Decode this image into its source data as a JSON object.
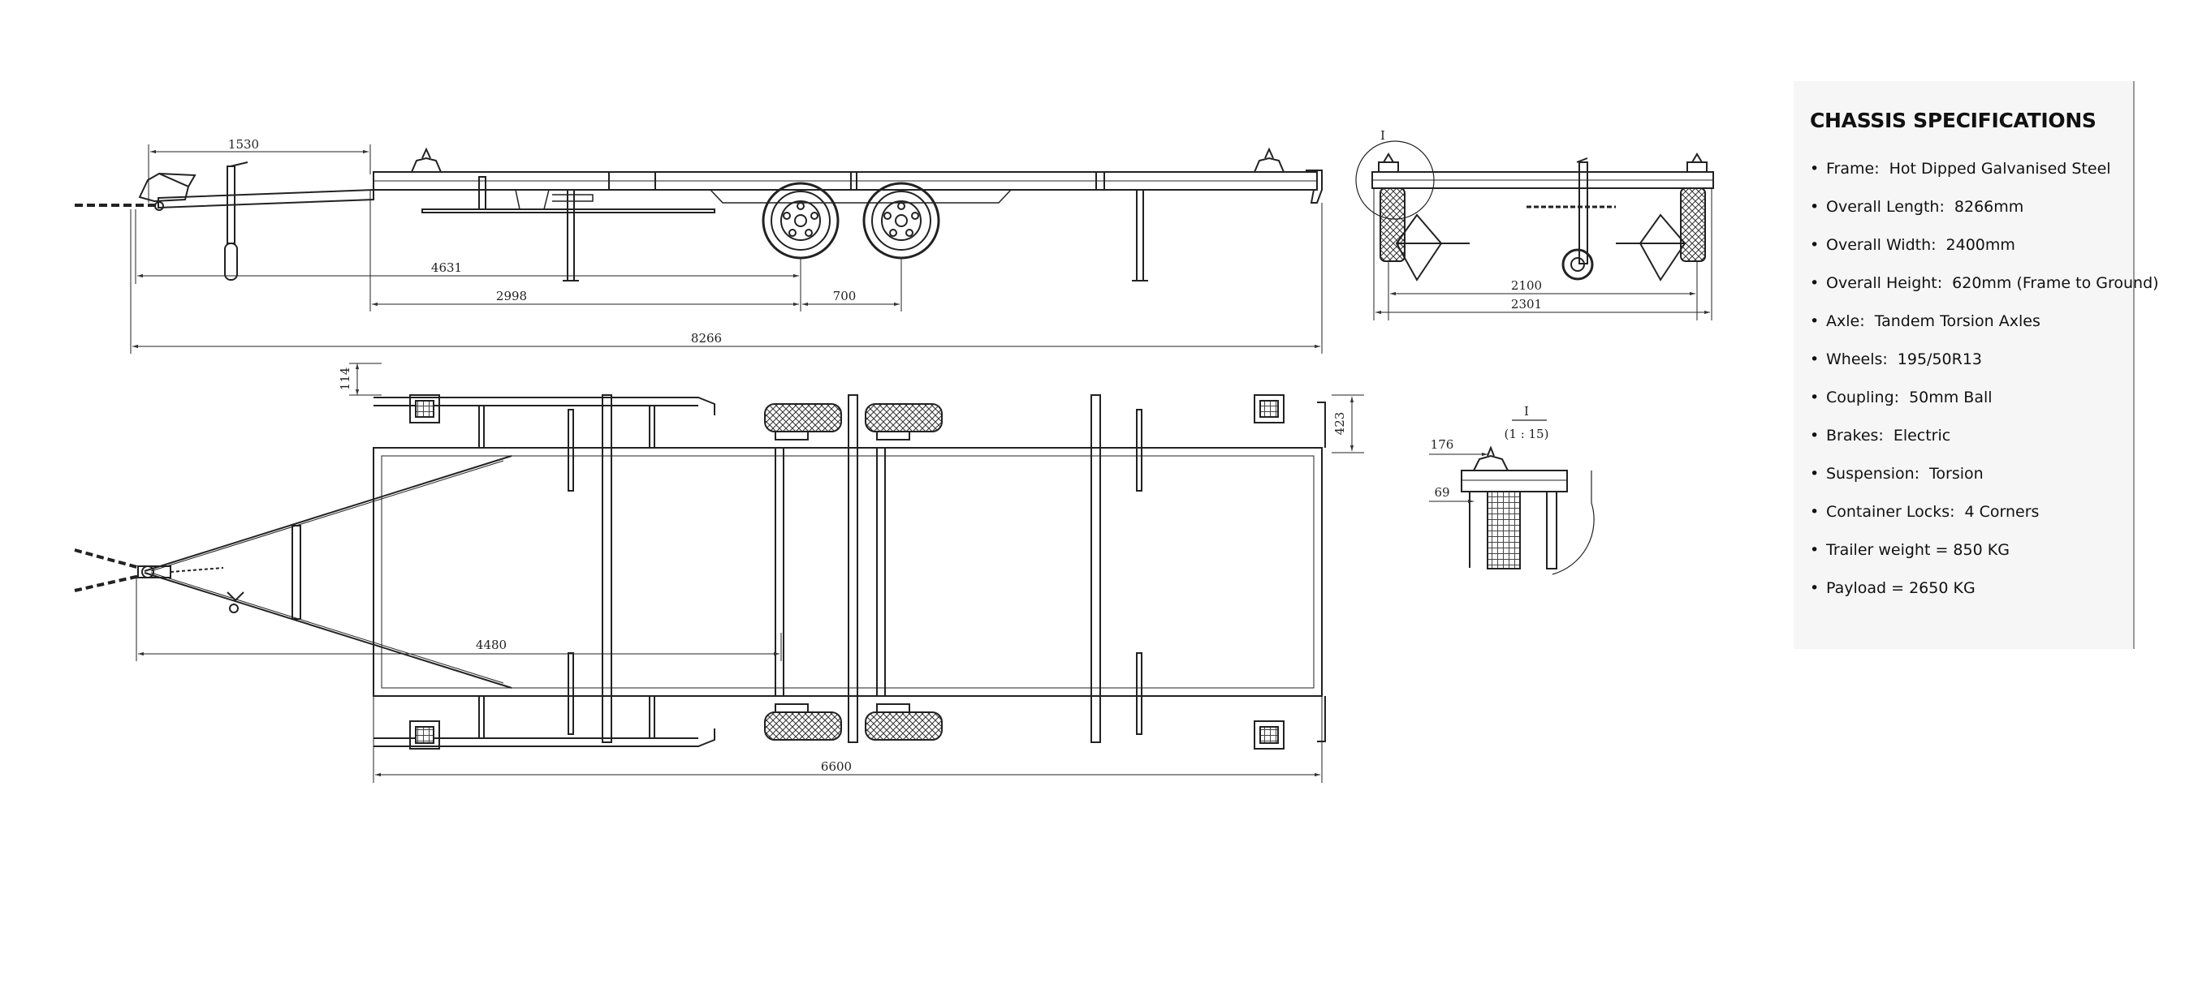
{
  "dimensions": {
    "side_drawbar": "1530",
    "side_axle_from_coupling": "4631",
    "side_axle_from_frame": "2998",
    "side_axle_spacing": "700",
    "side_overall_length": "8266",
    "end_track": "2100",
    "end_overall_width": "2301",
    "plan_offset": "114",
    "plan_lock_offset": "423",
    "plan_axle_from_coupling": "4480",
    "plan_frame_length": "6600",
    "detail_a": "176",
    "detail_b": "69"
  },
  "detail_callout": {
    "marker": "I",
    "label": "I",
    "scale": "(1 : 15)"
  },
  "specs": {
    "title": "CHASSIS SPECIFICATIONS",
    "items": [
      {
        "label": "Frame:",
        "value": "Hot Dipped Galvanised Steel"
      },
      {
        "label": "Overall Length:",
        "value": "8266mm"
      },
      {
        "label": "Overall Width:",
        "value": "2400mm"
      },
      {
        "label": "Overall Height:",
        "value": "620mm (Frame to Ground)"
      },
      {
        "label": "Axle:",
        "value": "Tandem Torsion Axles"
      },
      {
        "label": "Wheels:",
        "value": "195/50R13"
      },
      {
        "label": "Coupling:",
        "value": "50mm Ball"
      },
      {
        "label": "Brakes:",
        "value": "Electric"
      },
      {
        "label": "Suspension:",
        "value": "Torsion"
      },
      {
        "label": "Container Locks:",
        "value": "4 Corners"
      },
      {
        "label": "",
        "value": "Trailer weight = 850 KG"
      },
      {
        "label": "",
        "value": "Payload = 2650 KG"
      }
    ]
  }
}
